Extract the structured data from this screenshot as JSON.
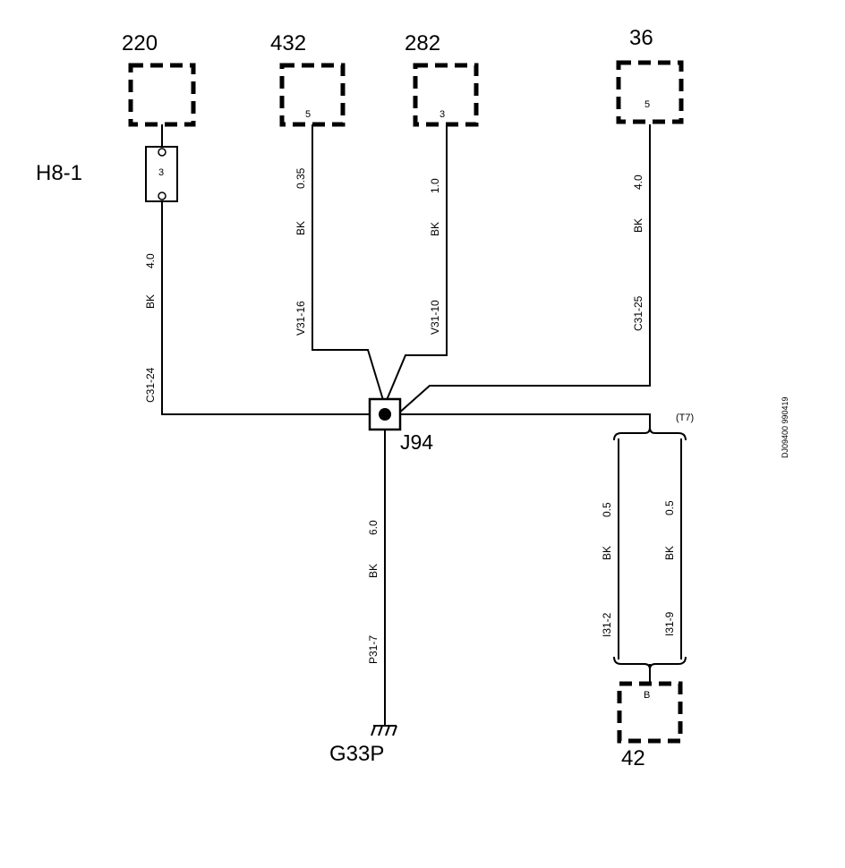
{
  "components": {
    "c220": {
      "number": "220",
      "pin": ""
    },
    "c432": {
      "number": "432",
      "pin": "5"
    },
    "c282": {
      "number": "282",
      "pin": "3"
    },
    "c36": {
      "number": "36",
      "pin": "5"
    },
    "c42": {
      "number": "42",
      "pin": "B"
    }
  },
  "fuse": {
    "label": "H8-1",
    "pin": "3"
  },
  "splice": {
    "label": "J94"
  },
  "ground": {
    "label": "G33P"
  },
  "shield_tag": "(T7)",
  "doc_id": "DJ09400 990419",
  "wires": {
    "w220": {
      "size": "4.0",
      "color": "BK",
      "connector": "C31-24"
    },
    "w432": {
      "size": "0.35",
      "color": "BK",
      "connector": "V31-16"
    },
    "w282": {
      "size": "1.0",
      "color": "BK",
      "connector": "V31-10"
    },
    "w36": {
      "size": "4.0",
      "color": "BK",
      "connector": "C31-25"
    },
    "wgnd": {
      "size": "6.0",
      "color": "BK",
      "connector": "P31-7"
    },
    "w42a": {
      "size": "0.5",
      "color": "BK",
      "connector": "I31-2"
    },
    "w42b": {
      "size": "0.5",
      "color": "BK",
      "connector": "I31-9"
    }
  }
}
